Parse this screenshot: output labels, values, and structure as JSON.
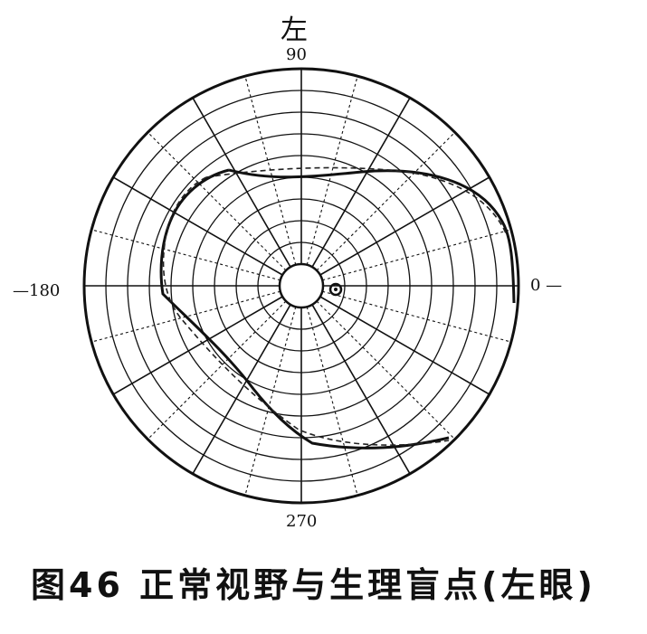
{
  "labels": {
    "eye": "左",
    "deg_90": "90",
    "deg_180": "—180",
    "deg_0": "0 —",
    "deg_270": "270"
  },
  "caption": "图46  正常视野与生理盲点(左眼)"
}
